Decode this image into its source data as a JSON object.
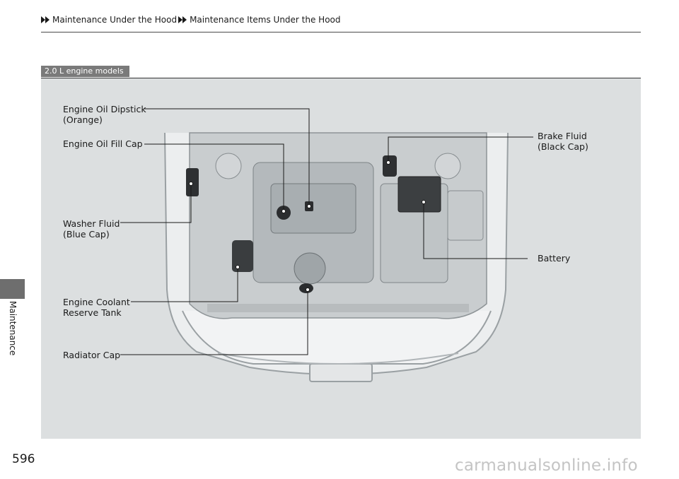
{
  "breadcrumb": {
    "items": [
      "Maintenance Under the Hood",
      "Maintenance Items Under the Hood"
    ]
  },
  "sidebar": {
    "section": "Maintenance"
  },
  "page": {
    "number": "596"
  },
  "figure": {
    "model_tag": "2.0 L engine models",
    "callouts": {
      "dipstick": "Engine Oil Dipstick\n(Orange)",
      "fill_cap": "Engine Oil Fill Cap",
      "washer": "Washer Fluid\n(Blue Cap)",
      "coolant": "Engine Coolant\nReserve Tank",
      "radiator": "Radiator Cap",
      "brake": "Brake Fluid\n(Black Cap)",
      "battery": "Battery"
    }
  },
  "watermark": "carmanualsonline.info",
  "colors": {
    "panel": "#dcdfe0",
    "tab": "#6e6e6e",
    "leader": "#1a1a1a"
  }
}
